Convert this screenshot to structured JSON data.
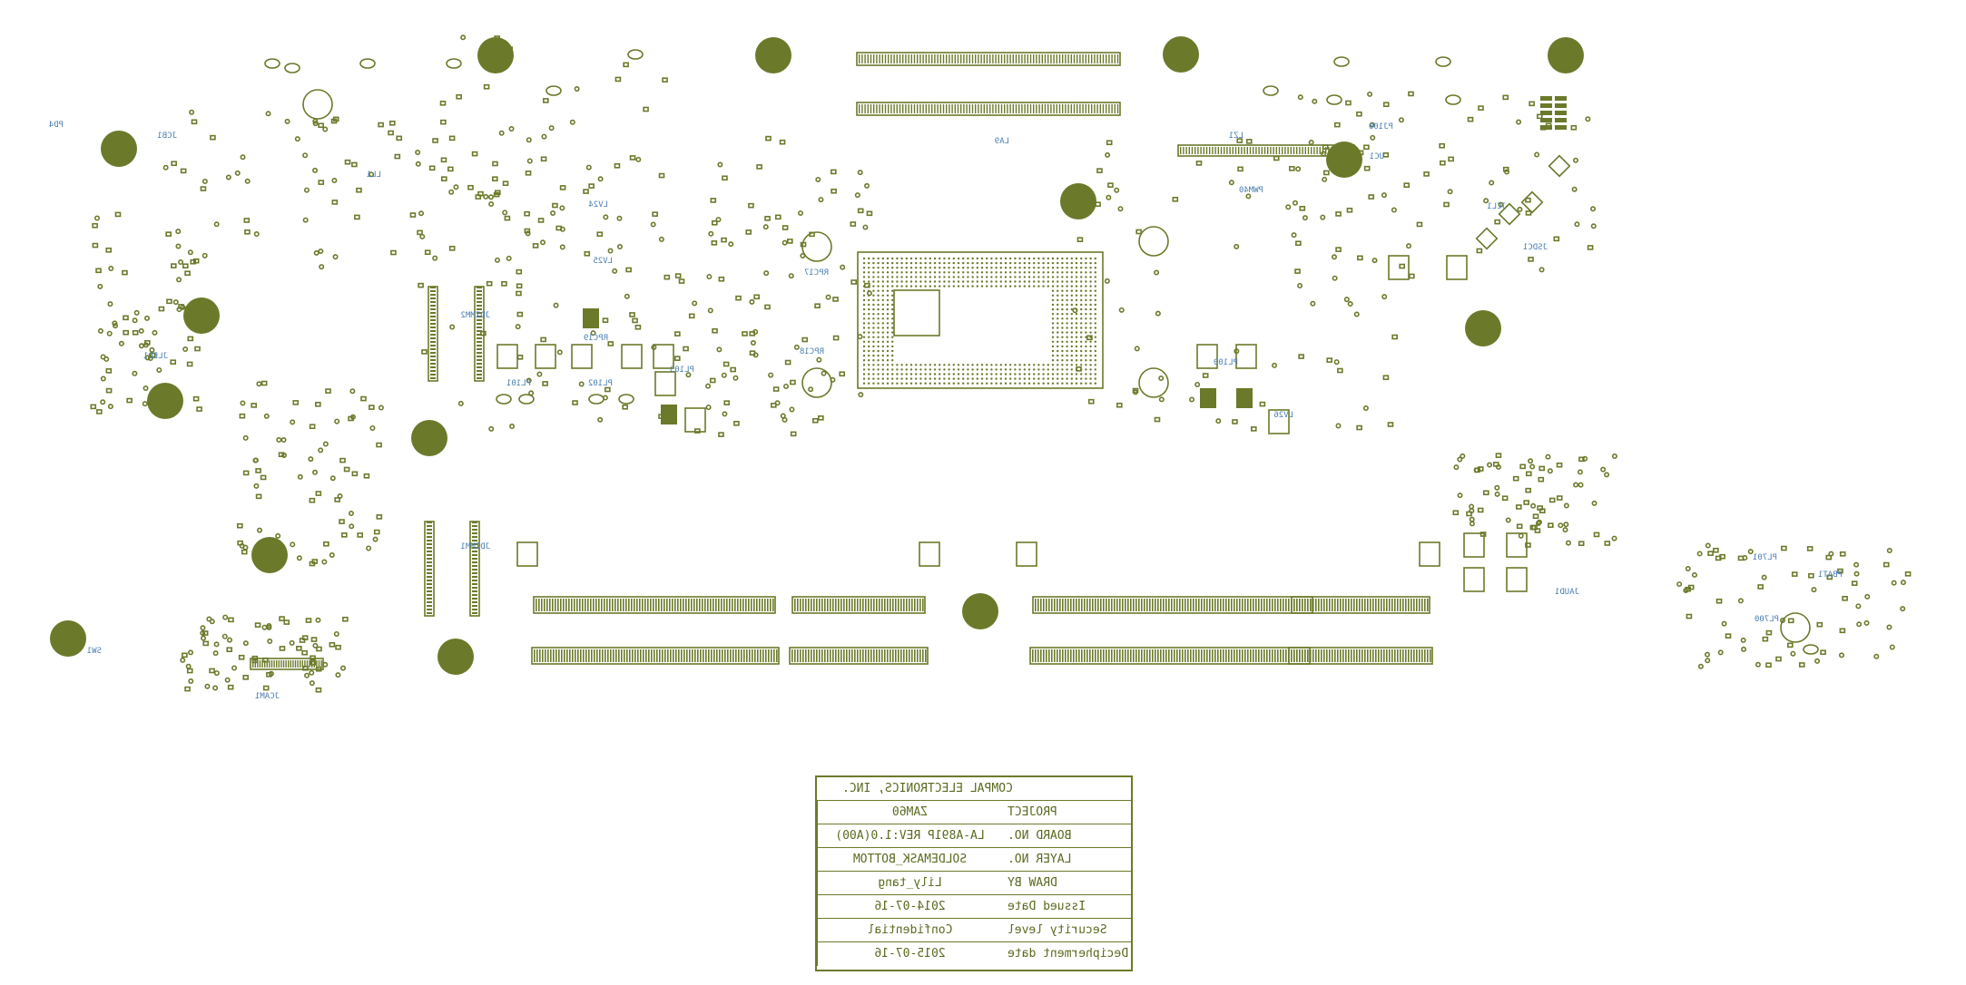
{
  "board": {
    "colors": {
      "outline": "#6b7a2a",
      "silk": "#4b7fb0",
      "pad": "#6b7a2a",
      "background": "#ffffff"
    },
    "silk_labels": [
      "PD4",
      "JCB1",
      "LL1",
      "SW1",
      "JCAM1",
      "JDIMM1",
      "JDIMM2",
      "PL100",
      "PL101",
      "PL102",
      "PL103",
      "LV24",
      "LV25",
      "RPC17",
      "RPC18",
      "RPC19",
      "PWM40",
      "LZ1",
      "JCL1",
      "JSDC1",
      "JAUD1",
      "PL700",
      "PL701",
      "PBAT1",
      "JLED1",
      "LA9",
      "PJ100",
      "UC1",
      "LV26"
    ]
  },
  "titleblock": {
    "company": "COMPAL ELECTRONICS, INC.",
    "rows": [
      {
        "label": "PROJECT",
        "value": "ZAM60"
      },
      {
        "label": "BOARD NO.",
        "value": "LA-A891P  REV:1.0(A00)"
      },
      {
        "label": "LAYER NO.",
        "value": "SOLDEMASK_BOTTOM"
      },
      {
        "label": "DRAW BY",
        "value": "Lily_tang"
      },
      {
        "label": "Issued  Date",
        "value": "2014-07-16"
      },
      {
        "label": "Security level",
        "value": "Confidential"
      },
      {
        "label": "Decipherment date",
        "value": "2015-07-16"
      }
    ]
  }
}
